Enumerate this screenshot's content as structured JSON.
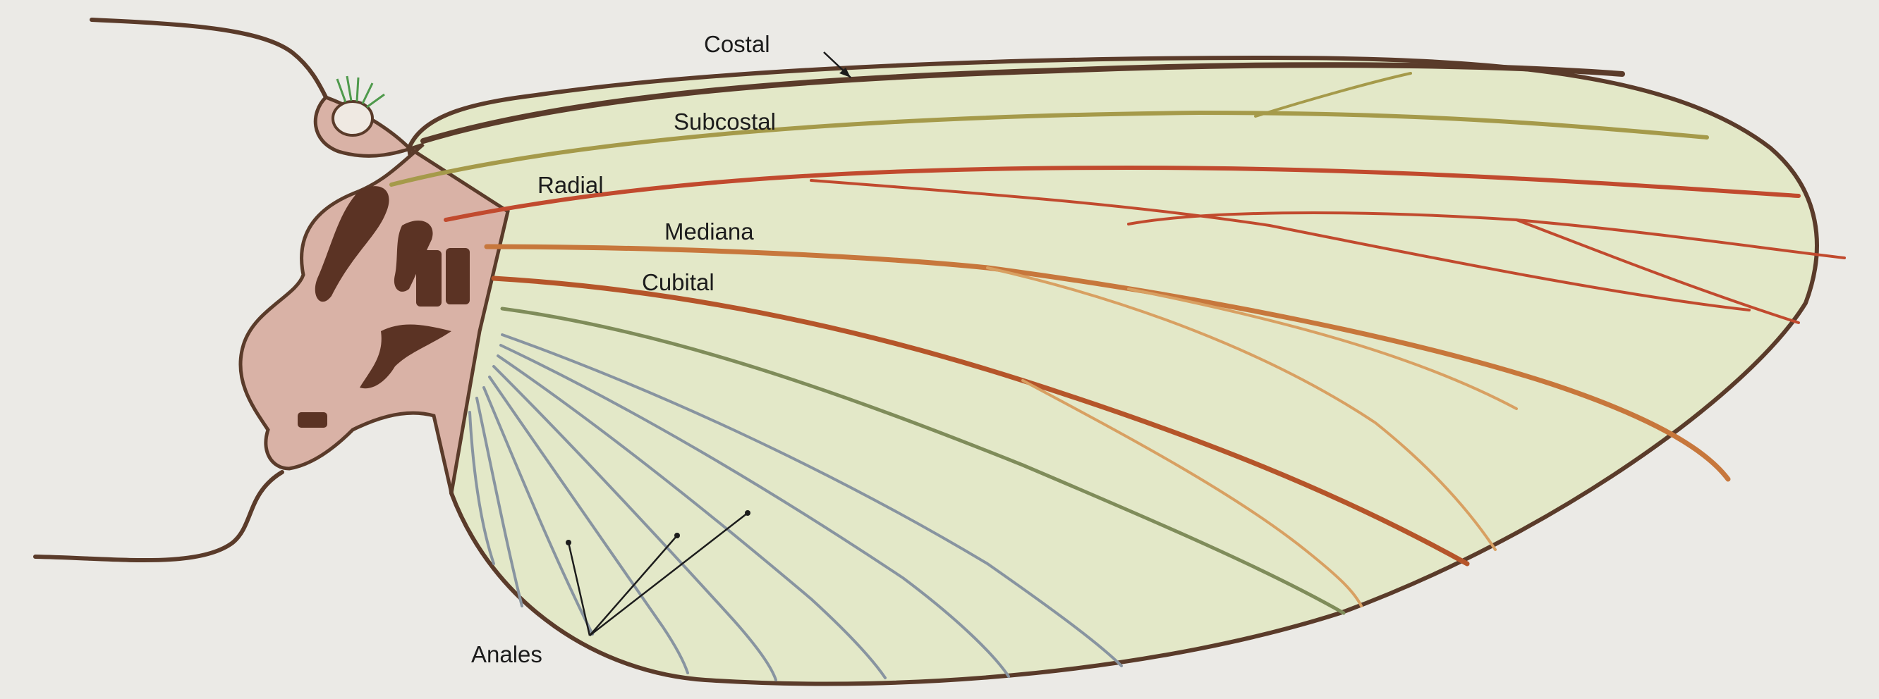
{
  "labels": {
    "costal": "Costal",
    "subcostal": "Subcostal",
    "radial": "Radial",
    "mediana": "Mediana",
    "cubital": "Cubital",
    "anales": "Anales"
  },
  "colors": {
    "background": "#ebeae6",
    "wing_membrane": "#e3e8c8",
    "wing_outline": "#5a3b2a",
    "wing_base": "#d9b2a6",
    "sclerites": "#5b3324",
    "costal_vein": "#5a3b2a",
    "subcostal_vein": "#a59a4a",
    "radial_vein": "#c14a2e",
    "median_vein": "#c7773c",
    "cubital_vein": "#b5552a",
    "cubital_branch_vein": "#d8a062",
    "second_cubitus_vein": "#7f8c5a",
    "anal_veins": "#8894a0",
    "hair_tuft": "#4f9a4c"
  }
}
